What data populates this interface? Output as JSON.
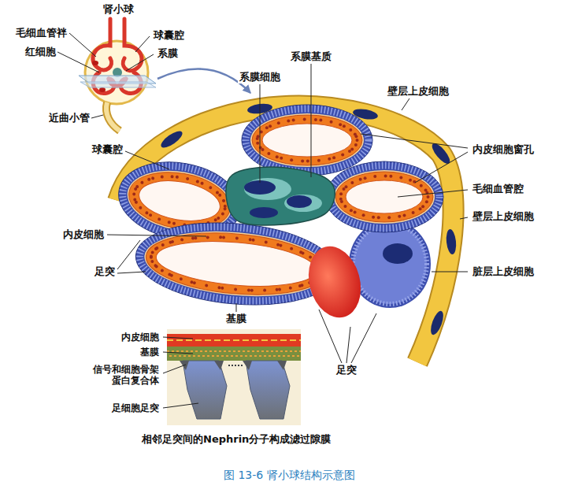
{
  "diagram": {
    "caption": "图 13-6 肾小球结构示意图",
    "labels": [
      "肾小球",
      "毛细血管袢",
      "红细胞",
      "球囊腔",
      "系膜",
      "近曲小管",
      "系膜基质",
      "系膜细胞",
      "壁层上皮细胞",
      "球囊腔",
      "内皮细胞窗孔",
      "毛细血管腔",
      "壁层上皮细胞",
      "内皮细胞",
      "足突",
      "脏层上皮细胞",
      "基膜",
      "足突",
      "内皮细胞",
      "基膜",
      "信号和细胞骨架 蛋白复合体",
      "足细胞足突",
      "相邻足突间的Nephrin分子构成滤过隙膜"
    ]
  }
}
